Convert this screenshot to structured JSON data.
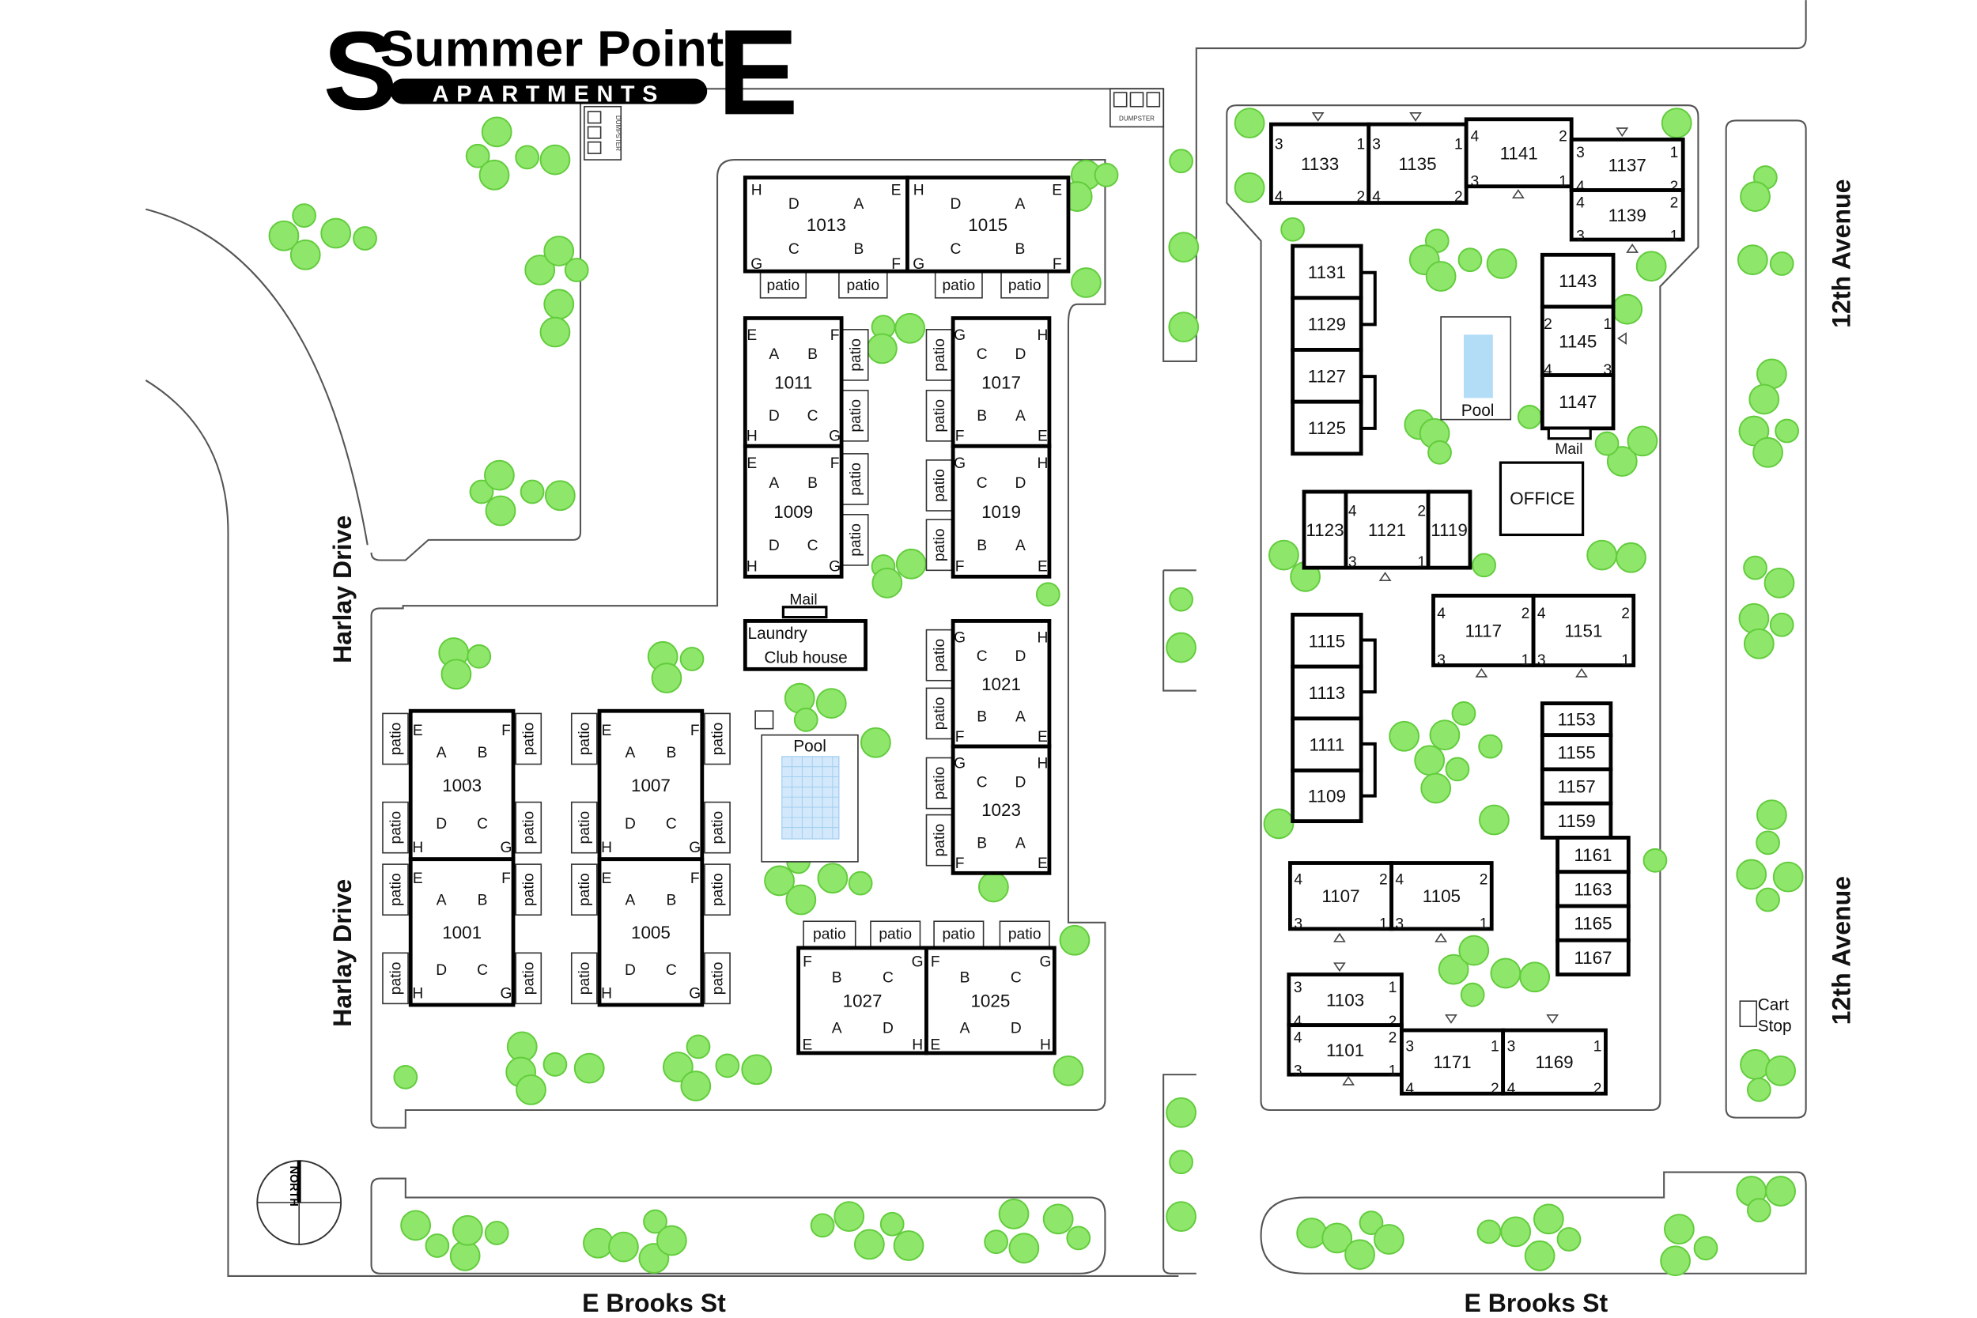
{
  "logo": {
    "title": "Summer Point",
    "subtitle": "APARTMENTS",
    "letter": "E"
  },
  "streets": {
    "west": "Harlay Drive",
    "south": "E Brooks St",
    "east": "12th Avenue"
  },
  "labels": {
    "patio": "patio",
    "pool": "Pool",
    "mail": "Mail",
    "laundry": "Laundry",
    "clubhouse": "Club house",
    "office": "OFFICE",
    "dumpster": "DUMPSTER",
    "cart": "Cart",
    "stop": "Stop",
    "north": "NORTH"
  },
  "colors": {
    "tree": "#8ee66a",
    "pool_water": "#b3dcf7",
    "building_outline": "#000000"
  },
  "buildings": [
    {
      "id": "1013",
      "units": [
        "H",
        "E",
        "D",
        "A",
        "C",
        "B",
        "G",
        "F"
      ]
    },
    {
      "id": "1015",
      "units": [
        "H",
        "E",
        "D",
        "A",
        "C",
        "B",
        "G",
        "F"
      ]
    },
    {
      "id": "1011",
      "units": [
        "E",
        "F",
        "A",
        "B",
        "D",
        "C",
        "H",
        "G"
      ]
    },
    {
      "id": "1009",
      "units": [
        "E",
        "F",
        "A",
        "B",
        "D",
        "C",
        "H",
        "G"
      ]
    },
    {
      "id": "1017",
      "units": [
        "G",
        "H",
        "C",
        "D",
        "B",
        "A",
        "F",
        "E"
      ]
    },
    {
      "id": "1019",
      "units": [
        "G",
        "H",
        "C",
        "D",
        "B",
        "A",
        "F",
        "E"
      ]
    },
    {
      "id": "1021",
      "units": [
        "G",
        "H",
        "C",
        "D",
        "B",
        "A",
        "F",
        "E"
      ]
    },
    {
      "id": "1023",
      "units": [
        "G",
        "H",
        "C",
        "D",
        "B",
        "A",
        "F",
        "E"
      ]
    },
    {
      "id": "1003",
      "units": [
        "E",
        "F",
        "A",
        "B",
        "D",
        "C",
        "H",
        "G"
      ]
    },
    {
      "id": "1001",
      "units": [
        "E",
        "F",
        "A",
        "B",
        "D",
        "C",
        "H",
        "G"
      ]
    },
    {
      "id": "1007",
      "units": [
        "E",
        "F",
        "A",
        "B",
        "D",
        "C",
        "H",
        "G"
      ]
    },
    {
      "id": "1005",
      "units": [
        "E",
        "F",
        "A",
        "B",
        "D",
        "C",
        "H",
        "G"
      ]
    },
    {
      "id": "1027",
      "units": [
        "F",
        "G",
        "B",
        "C",
        "A",
        "D",
        "E",
        "H"
      ]
    },
    {
      "id": "1025",
      "units": [
        "F",
        "G",
        "B",
        "C",
        "A",
        "D",
        "E",
        "H"
      ]
    },
    {
      "id": "1133",
      "units": [
        "3",
        "1",
        "4",
        "2"
      ]
    },
    {
      "id": "1135",
      "units": [
        "3",
        "1",
        "4",
        "2"
      ]
    },
    {
      "id": "1141",
      "units": [
        "4",
        "2",
        "3",
        "1"
      ]
    },
    {
      "id": "1137",
      "units": [
        "3",
        "1",
        "4",
        "2"
      ]
    },
    {
      "id": "1139",
      "units": [
        "4",
        "2",
        "3",
        "1"
      ]
    },
    {
      "id": "1131",
      "units": []
    },
    {
      "id": "1129",
      "units": []
    },
    {
      "id": "1127",
      "units": []
    },
    {
      "id": "1125",
      "units": []
    },
    {
      "id": "1143",
      "units": []
    },
    {
      "id": "1145",
      "units": [
        "2",
        "1",
        "4",
        "3"
      ]
    },
    {
      "id": "1147",
      "units": []
    },
    {
      "id": "1123",
      "units": []
    },
    {
      "id": "1121",
      "units": [
        "4",
        "2",
        "3",
        "1"
      ]
    },
    {
      "id": "1119",
      "units": []
    },
    {
      "id": "1117",
      "units": [
        "4",
        "2",
        "3",
        "1"
      ]
    },
    {
      "id": "1151",
      "units": [
        "4",
        "2",
        "3",
        "1"
      ]
    },
    {
      "id": "1115",
      "units": []
    },
    {
      "id": "1113",
      "units": []
    },
    {
      "id": "1111",
      "units": []
    },
    {
      "id": "1109",
      "units": []
    },
    {
      "id": "1153",
      "units": []
    },
    {
      "id": "1155",
      "units": []
    },
    {
      "id": "1157",
      "units": []
    },
    {
      "id": "1159",
      "units": []
    },
    {
      "id": "1161",
      "units": []
    },
    {
      "id": "1163",
      "units": []
    },
    {
      "id": "1165",
      "units": []
    },
    {
      "id": "1167",
      "units": []
    },
    {
      "id": "1107",
      "units": [
        "4",
        "2",
        "3",
        "1"
      ]
    },
    {
      "id": "1105",
      "units": [
        "4",
        "2",
        "3",
        "1"
      ]
    },
    {
      "id": "1103",
      "units": [
        "3",
        "1",
        "4",
        "2"
      ]
    },
    {
      "id": "1101",
      "units": [
        "4",
        "2",
        "3",
        "1"
      ]
    },
    {
      "id": "1171",
      "units": [
        "3",
        "1",
        "4",
        "2"
      ]
    },
    {
      "id": "1169",
      "units": [
        "3",
        "1",
        "4",
        "2"
      ]
    }
  ]
}
